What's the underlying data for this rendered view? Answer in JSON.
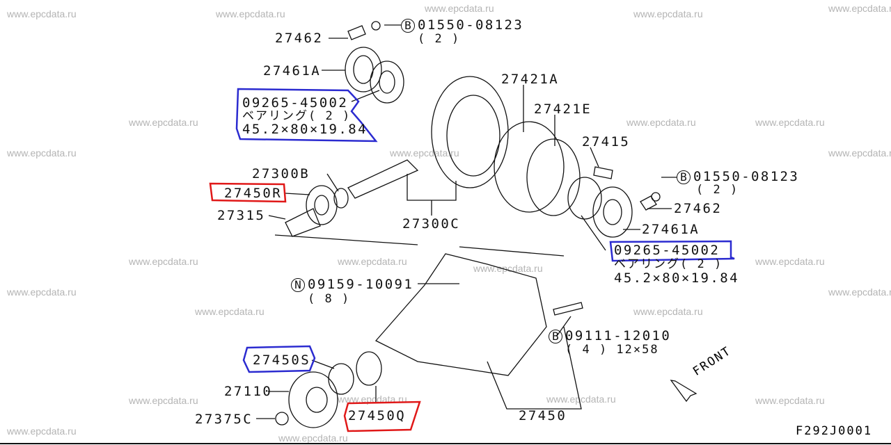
{
  "watermark": "www.epcdata.ru",
  "labels": {
    "p27462_top": "27462",
    "bolt_top_mark": "B",
    "bolt_top_part": "01550-08123",
    "bolt_top_qty": "( 2 )",
    "p27461A_top": "27461A",
    "bearing_top_part": "09265-45002",
    "bearing_top_name": "ベアリング( 2 )",
    "bearing_top_size": "45.2×80×19.84",
    "p27421A": "27421A",
    "p27421E": "27421E",
    "p27415": "27415",
    "p27300B": "27300B",
    "p27450R": "27450R",
    "p27315": "27315",
    "p27300C": "27300C",
    "bolt_right_mark": "B",
    "bolt_right_part": "01550-08123",
    "bolt_right_qty": "( 2 )",
    "p27462_right": "27462",
    "p27461A_right": "27461A",
    "bearing_right_part": "09265-45002",
    "bearing_right_name": "ベアリング( 2 )",
    "bearing_right_size": "45.2×80×19.84",
    "nut_mark": "N",
    "nut_part": "09159-10091",
    "nut_qty": "( 8 )",
    "bolt_case_mark": "B",
    "bolt_case_part": "09111-12010",
    "bolt_case_qty": "( 4 ) 12×58",
    "p27450S": "27450S",
    "p27110": "27110",
    "p27375C": "27375C",
    "p27450Q": "27450Q",
    "p27450": "27450",
    "front": "FRONT",
    "diagram_code": "F292J0001"
  },
  "colors": {
    "highlight_blue": "#2b2bd0",
    "highlight_red": "#e01818",
    "line": "#111111",
    "watermark": "#b4b4b4"
  }
}
